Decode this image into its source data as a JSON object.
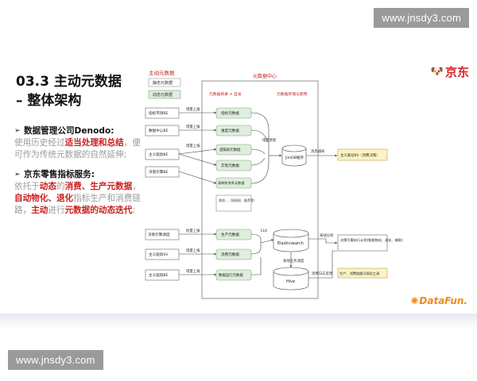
{
  "watermark": {
    "top": "www.jnsdy3.com",
    "bottom": "www.jnsdy3.com"
  },
  "slide": {
    "title_line1": "03.3 主动元数据",
    "title_line2": "– 整体架构",
    "bullets": [
      {
        "marker": "➢",
        "heading": "数据管理公司Denodo:",
        "segments": [
          {
            "text": "使用历史经过",
            "hl": false
          },
          {
            "text": "适当处理和总结",
            "hl": true
          },
          {
            "text": "，便可作为传统元数据的自然延伸;",
            "hl": false
          }
        ]
      },
      {
        "marker": "➢",
        "heading": "京东零售指标服务:",
        "segments": [
          {
            "text": "依托于",
            "hl": false
          },
          {
            "text": "动态",
            "hl": true
          },
          {
            "text": "的",
            "hl": false
          },
          {
            "text": "消费、生产元数据",
            "hl": true
          },
          {
            "text": "，",
            "hl": false
          },
          {
            "text": "自动物化、退化",
            "hl": true
          },
          {
            "text": "指标生产和消费链路，",
            "hl": false
          },
          {
            "text": "主动",
            "hl": true
          },
          {
            "text": "进行",
            "hl": false
          },
          {
            "text": "元数据的动态迭代",
            "hl": true
          },
          {
            "text": ";",
            "hl": false
          }
        ]
      }
    ],
    "logo_jd": "京东",
    "logo_datafun": "DataFun."
  },
  "diagram": {
    "legend": {
      "title": "主动元数据",
      "items": [
        "静态元数据",
        "动态元数据"
      ]
    },
    "center_title": "元数据中心",
    "col_headers": [
      "元数据目录 + 自省",
      "元数据存储与使用"
    ],
    "sources": [
      "指标市场BE",
      "数据中心BE",
      "主义驱动BE",
      "决策引擎BE"
    ],
    "source_label": "增量上报",
    "meta_boxes": [
      "指标元数据",
      "维度元数据",
      "逻辑表元数据",
      "实现元数据",
      "表映射关系元数据"
    ],
    "other_box": "其他…（如授权、推荐等）",
    "store": "JimDB缓存",
    "store_label": "增量更新",
    "consume_label": "消息通知",
    "consumer": "主义驱动SV（消费决策）",
    "lower_sources": [
      "决策引擎调度",
      "主义驱动SV",
      "主义驱动BE"
    ],
    "lower_labels": [
      "批量上报",
      "增量上报",
      "增量上报"
    ],
    "lower_boxes": [
      "生产元数据",
      "消费元数据",
      "数据运行元数据"
    ],
    "elk": "ELK",
    "es": "Elasticsearch",
    "sync_label": "离线任务调度",
    "hive": "Hive",
    "analysis_label": "离线分析",
    "analysis_box": "决策引擎执行计划(智能物化、退化、辅助)",
    "log_label": "消费日志反馈",
    "tool_box": "生产、消费链路可视化工具"
  }
}
